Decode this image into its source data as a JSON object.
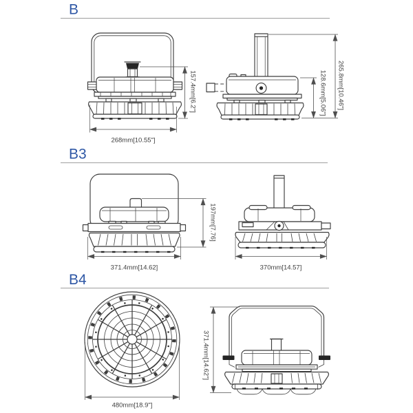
{
  "page": {
    "background": "#ffffff"
  },
  "accent_color": "#2e57a5",
  "line_color": "#3d3d3d",
  "dim_text_color": "#3f3f3f",
  "sections": [
    {
      "label": "B",
      "dims": {
        "front_height": "157.4mm[6.2\"]",
        "front_width": "268mm[10.55\"]",
        "side_body_height": "128.6mm[5.06\"]",
        "side_total_height": "265.8mm[10.46\"]"
      }
    },
    {
      "label": "B3",
      "dims": {
        "front_height": "197mm[7.76]",
        "front_width": "371.4mm[14.62]",
        "side_width": "370mm[14.57]"
      }
    },
    {
      "label": "B4",
      "dims": {
        "top_diameter": "480mm[18.9\"]",
        "side_height": "371.4mm[14.62\"]"
      }
    }
  ]
}
